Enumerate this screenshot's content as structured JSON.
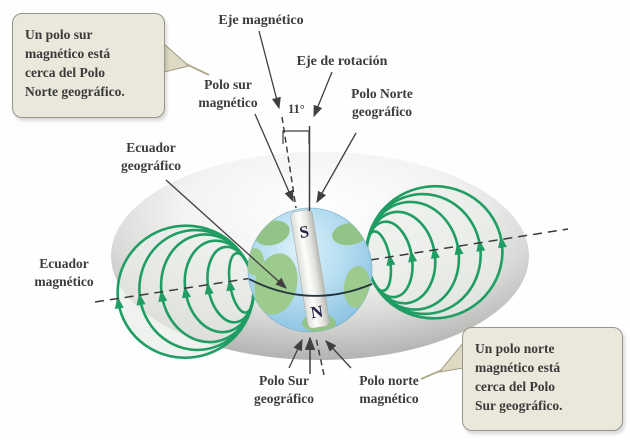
{
  "figure": {
    "description": "Diagrama del campo magnético de la Tierra",
    "colors": {
      "field_line_green": "#1f9d63",
      "axis_gray": "#3f3f3f",
      "callout_bg": "#eae8da",
      "callout_border": "#98968b",
      "label_text": "#3d3c3c",
      "globe_ocean": "#a9d6ed",
      "globe_land": "#93c487",
      "dome_gray": "#a6a6a4"
    },
    "labels": {
      "eje_magnetico": "Eje magnético",
      "eje_de_rotacion": "Eje de rotación",
      "angle": "11°",
      "polo_sur_magnetico": [
        "Polo sur",
        "magnético"
      ],
      "polo_norte_geografico": [
        "Polo Norte",
        "geográfico"
      ],
      "ecuador_geografico": [
        "Ecuador",
        "geográfico"
      ],
      "ecuador_magnetico": [
        "Ecuador",
        "magnético"
      ],
      "polo_sur_geografico": [
        "Polo Sur",
        "geográfico"
      ],
      "polo_norte_magnetico": [
        "Polo norte",
        "magnético"
      ]
    },
    "magnet": {
      "top_pole": "S",
      "bottom_pole": "N"
    },
    "callouts": {
      "left": [
        "Un polo sur",
        "magnético está",
        "cerca del Polo",
        "Norte geográfico."
      ],
      "right": [
        "Un polo norte",
        "magnético está",
        "cerca del Polo",
        "Sur geográfico."
      ]
    }
  }
}
